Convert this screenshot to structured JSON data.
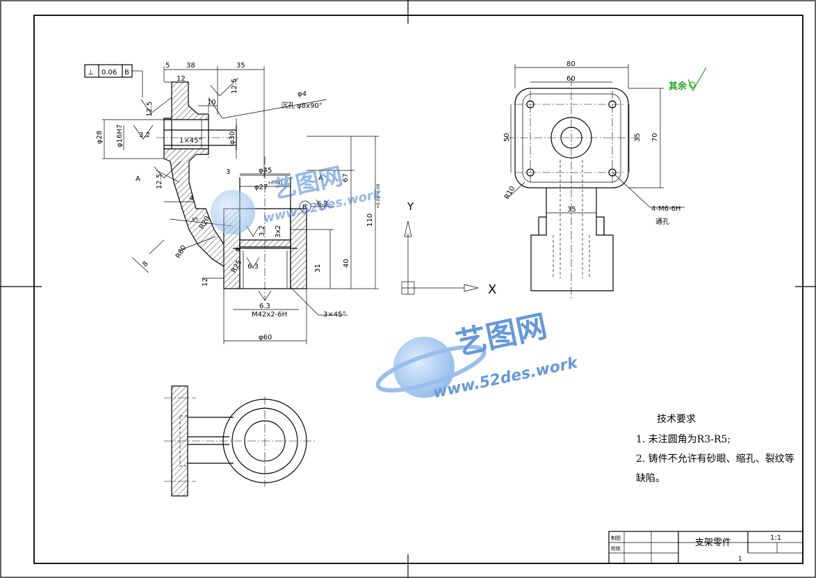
{
  "top_view": {
    "dims": {
      "d38": "38",
      "d35_top": "35",
      "d5": "5",
      "d12": "12",
      "d10": "10",
      "phi4": "φ4",
      "countersink": "沉孔 φ8x90°",
      "phi28": "φ28",
      "phi16": "φ16H7",
      "phi30": "φ30",
      "chamfer1": "1×45°",
      "phi45": "φ45",
      "phi27": "φ27",
      "phi27_tol": "+0.021 0",
      "d3": "3",
      "d4": "4",
      "d5b": "5",
      "d67": "67",
      "d110": "110",
      "d110_tol": "+0.08 -0.08",
      "d3x2": "3x2",
      "d40": "40",
      "d31": "31",
      "d12b": "12",
      "r20": "R20",
      "r60": "R60",
      "r25": "R25",
      "d3x45": "3×45°",
      "thread": "M42x2-6H",
      "phi60": "φ60",
      "a8": "8"
    },
    "roughness": {
      "ra12_5a": "12.5",
      "ra12_5b": "12.5",
      "ra12_5c": "12.5",
      "ra3_2a": "3.2",
      "ra3_2b": "3.2",
      "ra6_3a": "6.3",
      "ra6_3b": "6.3",
      "ra6_3c": "6.3"
    },
    "tolerance_frame": {
      "symbol": "⊥",
      "value": "0.06",
      "datum": "B"
    },
    "datum_a1": "A",
    "datum_a2": "A",
    "datum_b": "B"
  },
  "axes": {
    "x": "X",
    "y": "Y"
  },
  "right_view": {
    "dims": {
      "d80": "80",
      "d60": "60",
      "d50": "50",
      "d35": "35",
      "d70": "70",
      "r10": "R10",
      "d35_bottom": "35",
      "holes": "4-M6-6H",
      "through": "通孔"
    },
    "surface_note": "其余"
  },
  "watermark": {
    "cn": "艺图网",
    "url": "www.52des.work"
  },
  "tech_requirements": {
    "title": "技术要求",
    "items": [
      "1.  未注圆角为R3-R5;",
      "2.  铸件不允许有砂眼、缩孔、裂纹等",
      "缺陷。"
    ]
  },
  "title_block": {
    "drawn_label": "制图",
    "checked_label": "校核",
    "part_name": "支架零件",
    "scale": "1:1",
    "sheet": "1"
  }
}
